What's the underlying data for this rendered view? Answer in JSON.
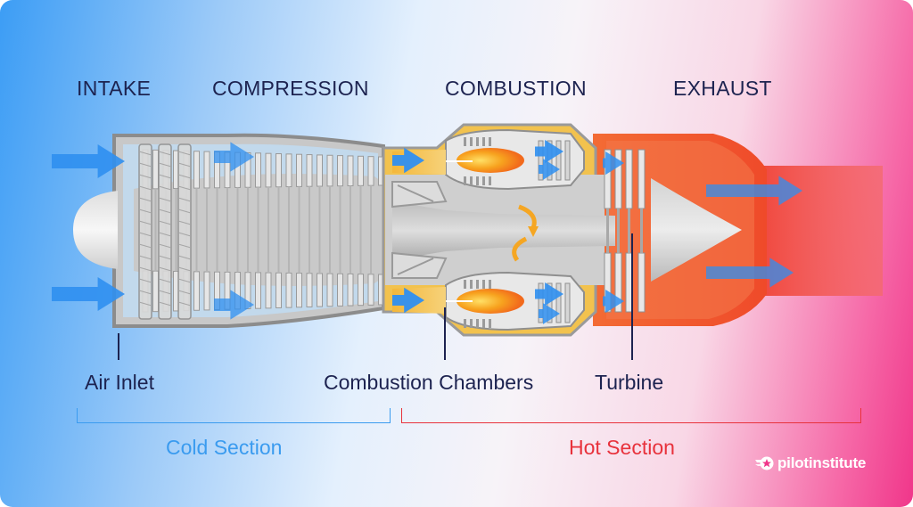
{
  "sections": {
    "intake": "INTAKE",
    "compression": "COMPRESSION",
    "combustion": "COMBUSTION",
    "exhaust": "EXHAUST"
  },
  "parts": {
    "air_inlet": "Air Inlet",
    "combustion_chambers": "Combustion Chambers",
    "turbine": "Turbine"
  },
  "zones": {
    "cold": "Cold Section",
    "hot": "Hot Section"
  },
  "brand": {
    "name": "pilotinstitute"
  },
  "colors": {
    "cold": "#3a9bef",
    "hot": "#e8323c",
    "text": "#1d2350",
    "airflow": "#2f8ff0",
    "flame": "#f39a1e",
    "exhaust": "#f25a2a",
    "casing": "#8c8c8c"
  }
}
